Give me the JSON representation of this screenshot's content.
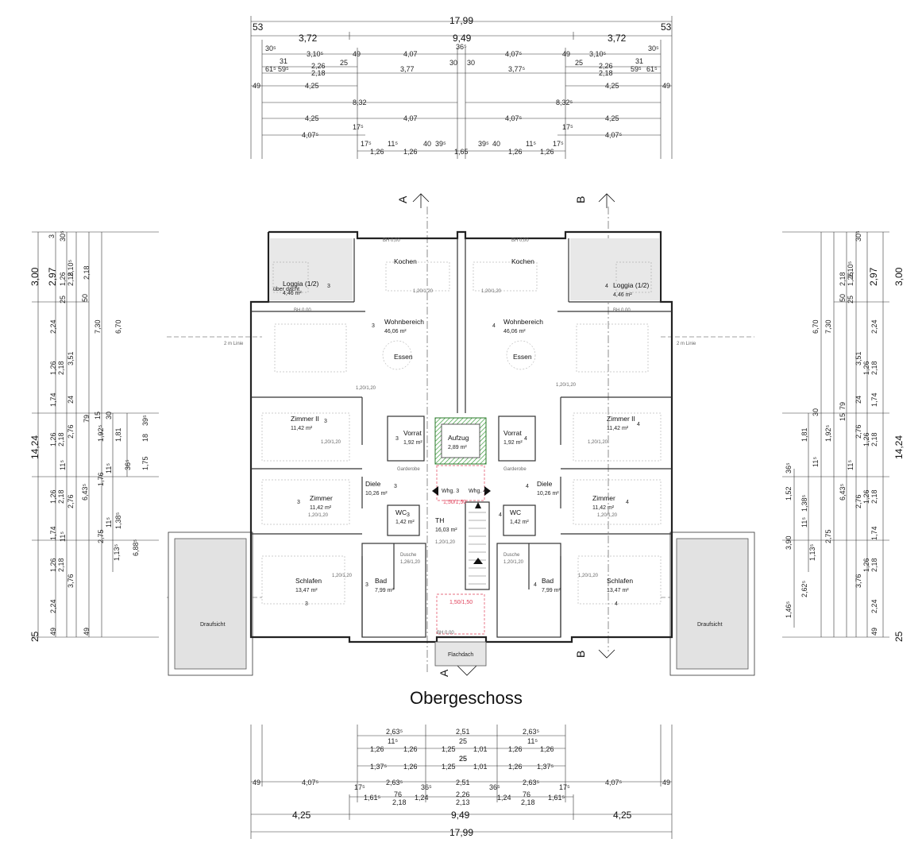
{
  "title": "Obergeschoss",
  "units": {
    "left": {
      "name": "Whg. 3",
      "num": "3",
      "loggia": "Loggia (1/2)",
      "loggia_area": "4,46 m²",
      "kochen": "Kochen",
      "wohn": "Wohnbereich",
      "wohn_area": "46,06 m²",
      "essen": "Essen",
      "zimmer2": "Zimmer II",
      "zimmer2_area": "11,42 m²",
      "vorrat": "Vorrat",
      "vorrat_area": "1,92 m²",
      "diele": "Diele",
      "diele_area": "10,26 m²",
      "zimmer": "Zimmer",
      "zimmer_area": "11,42 m²",
      "wc": "WC",
      "wc_area": "1,42 m²",
      "dusche": "Dusche",
      "dusche_size": "1,26/1,20",
      "bad": "Bad",
      "bad_area": "7,99 m²",
      "schlafen": "Schlafen",
      "schlafen_area": "13,47 m²"
    },
    "right": {
      "name": "Whg. 4",
      "num": "4",
      "loggia": "Loggia (1/2)",
      "loggia_area": "4,46 m²",
      "kochen": "Kochen",
      "wohn": "Wohnbereich",
      "wohn_area": "46,06 m²",
      "essen": "Essen",
      "zimmer2": "Zimmer II",
      "zimmer2_area": "11,42 m²",
      "vorrat": "Vorrat",
      "vorrat_area": "1,92 m²",
      "diele": "Diele",
      "diele_area": "10,26 m²",
      "zimmer": "Zimmer",
      "zimmer_area": "11,42 m²",
      "wc": "WC",
      "wc_area": "1,42 m²",
      "dusche": "Dusche",
      "dusche_size": "1,20/1,20",
      "bad": "Bad",
      "bad_area": "7,99 m²",
      "schlafen": "Schlafen",
      "schlafen_area": "13,47 m²"
    }
  },
  "core": {
    "aufzug": "Aufzug",
    "aufzug_area": "2,89 m²",
    "th": "TH",
    "th_area": "16,03 m²",
    "flachdach": "Flachdach",
    "garderobe": "Garderobe",
    "red_label": "1,50/1,50",
    "bh": "BH 0,00",
    "window": "1,20/1,20"
  },
  "draufsicht": "Draufsicht",
  "line_2m": "2 m Linie",
  "ueber_dacht": "über dacht",
  "sections": {
    "a": "A",
    "b": "B"
  },
  "dims": {
    "top": {
      "r1": [
        "53",
        "17,99",
        "53"
      ],
      "r2": [
        "3,72",
        "9,49",
        "3,72"
      ],
      "r3": [
        "30⁵",
        "3,10⁵",
        "49",
        "4,07",
        "36⁵",
        "4,07⁵",
        "49",
        "3,10⁵",
        "30⁵"
      ],
      "r4": [
        "31",
        "2,26",
        "25",
        "30",
        "30",
        "25",
        "2,26",
        "31"
      ],
      "r5": [
        "61⁵",
        "59⁵",
        "2,18",
        "3,77",
        "3,77⁵",
        "2,18",
        "59⁵",
        "61⁵"
      ],
      "r6": [
        "49",
        "4,25",
        "4,25",
        "49"
      ],
      "r7": [
        "8,32",
        "8,32⁵"
      ],
      "r8": [
        "4,25",
        "4,07",
        "4,07⁵",
        "4,25"
      ],
      "r9": [
        "17⁵",
        "17⁵"
      ],
      "r10": [
        "4,07⁵",
        "4,07⁵"
      ],
      "r11": [
        "17⁵",
        "11⁵",
        "40",
        "39⁵",
        "39⁵",
        "40",
        "11⁵",
        "17⁵"
      ],
      "r12": [
        "1,26",
        "1,26",
        "1,65",
        "1,26",
        "1,26"
      ]
    },
    "bottom": {
      "r1": [
        "2,63⁵",
        "2,51",
        "2,63⁵"
      ],
      "r2": [
        "11⁵",
        "25",
        "11⁵"
      ],
      "r3": [
        "1,26",
        "1,26",
        "1,25",
        "1,01",
        "1,26",
        "1,26"
      ],
      "r4": [
        "25",
        "25"
      ],
      "r5": [
        "1,37⁵",
        "1,26",
        "1,25",
        "1,01",
        "1,26",
        "1,37⁵"
      ],
      "r6": [
        "49",
        "4,07⁵",
        "17⁵",
        "2,63⁵",
        "36⁵",
        "2,51",
        "36⁵",
        "2,63⁵",
        "17⁵",
        "4,07⁵",
        "49"
      ],
      "r7": [
        "1,61⁵",
        "76",
        "2,26",
        "76",
        "1,61⁵"
      ],
      "r8": [
        "2,18",
        "1,24",
        "2,13",
        "1,24",
        "2,18"
      ],
      "r9": [
        "4,25",
        "9,49",
        "4,25"
      ],
      "r10": [
        "17,99"
      ]
    },
    "left": {
      "outer": [
        "3,00",
        "14,24",
        "25"
      ],
      "mid": [
        "2,97",
        "3",
        "30⁵"
      ],
      "c1": [
        "2,24",
        "3,51",
        "1,74",
        "24",
        "2,76",
        "11⁵",
        "2,76",
        "1,74",
        "3,76",
        "2,24",
        "49"
      ],
      "c2": [
        "1,26",
        "2,18",
        "1,26",
        "2,18",
        "1,26",
        "2,18",
        "1,26",
        "2,18",
        "1,26",
        "2,18",
        "25",
        "49"
      ],
      "c3": [
        "7,30",
        "1,92⁵",
        "6,43⁵",
        "2,75",
        "1,13⁵",
        "11⁵",
        "15",
        "11⁵",
        "50"
      ],
      "c4": [
        "6,70",
        "30",
        "1,81",
        "1,76",
        "1,38⁵",
        "6,88⁵",
        "2,10⁵",
        "2,18"
      ],
      "c5": [
        "39⁵",
        "36⁵",
        "18",
        "1,75",
        "11⁵",
        "79"
      ]
    },
    "right": {
      "outer": [
        "3,00",
        "14,24",
        "25"
      ],
      "mid": [
        "2,97",
        "30⁵"
      ],
      "c1": [
        "2,24",
        "3,51",
        "1,74",
        "24",
        "2,76",
        "11⁵",
        "2,76",
        "1,74",
        "3,76",
        "2,24",
        "49"
      ],
      "c2": [
        "1,26",
        "2,18",
        "1,26",
        "2,18",
        "1,26",
        "2,18",
        "1,26",
        "2,18",
        "1,26",
        "2,18",
        "25"
      ],
      "c3": [
        "7,30",
        "1,92⁵",
        "6,43⁵",
        "2,75",
        "1,13⁵",
        "11⁵",
        "79",
        "15",
        "50"
      ],
      "c4": [
        "6,70",
        "30",
        "1,81",
        "11⁵",
        "1,38⁵",
        "3,90",
        "2,62⁵",
        "2,10⁵"
      ],
      "c5": [
        "36⁵",
        "1,52",
        "1,46⁵"
      ]
    }
  }
}
